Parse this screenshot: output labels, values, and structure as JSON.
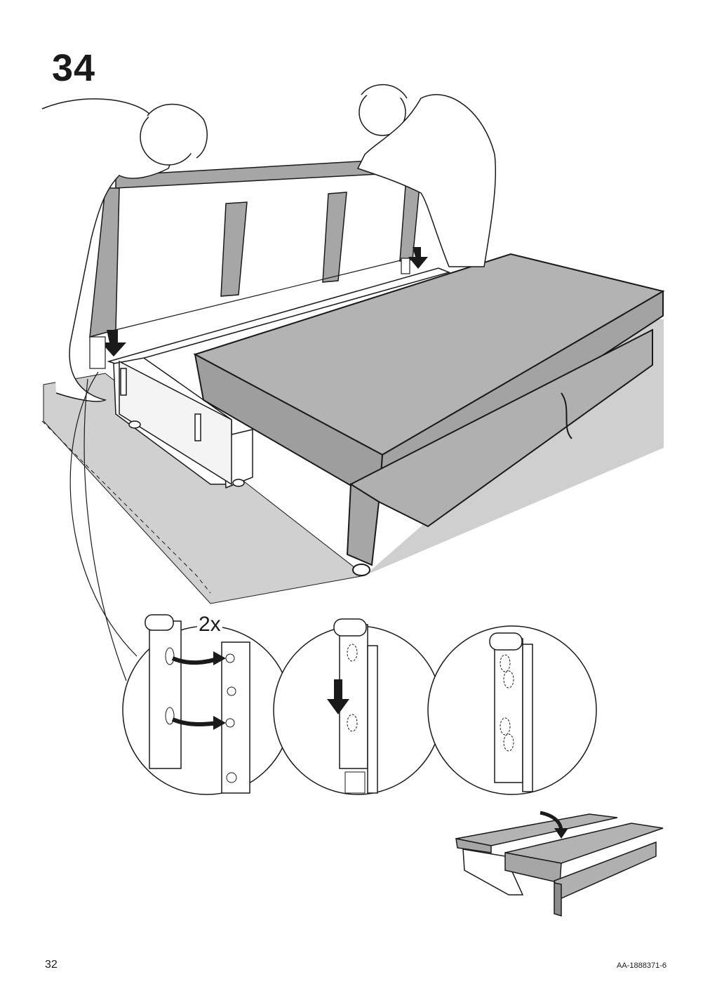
{
  "step": {
    "number": "34"
  },
  "callout": {
    "quantity": "2x"
  },
  "footer": {
    "page_number": "32",
    "document_code": "AA-1888371-6"
  },
  "colors": {
    "ink": "#1a1a1a",
    "cushion_gray": "#b3b3b3",
    "frame_gray": "#a6a6a6",
    "floor_gray": "#cfcfcf",
    "dark_gray": "#8c8c8c"
  },
  "icons": [
    "down-arrow-icon",
    "right-arrow-icon",
    "rotate-arrow-icon"
  ]
}
